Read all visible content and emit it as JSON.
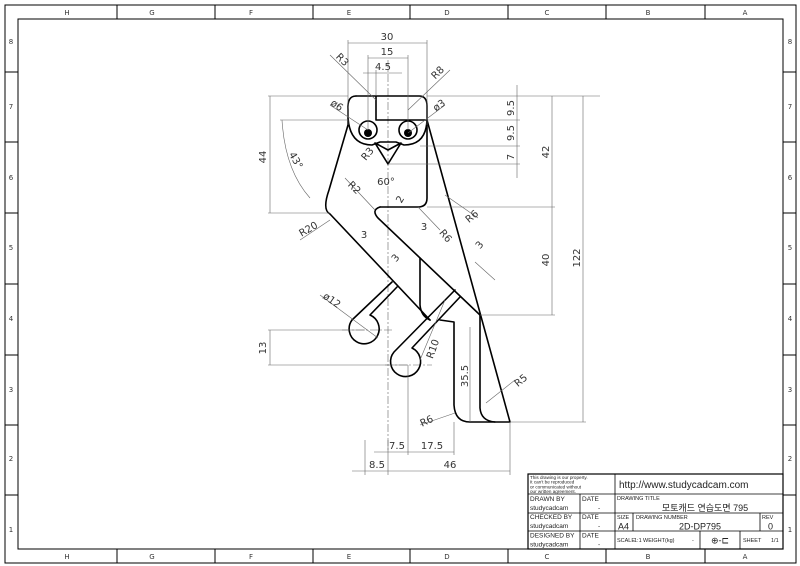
{
  "zones": {
    "top": [
      "H",
      "G",
      "F",
      "E",
      "D",
      "C",
      "B",
      "A"
    ],
    "bottom": [
      "H",
      "G",
      "F",
      "E",
      "D",
      "C",
      "B",
      "A"
    ],
    "left": [
      "8",
      "7",
      "6",
      "5",
      "4",
      "3",
      "2",
      "1"
    ],
    "right": [
      "8",
      "7",
      "6",
      "5",
      "4",
      "3",
      "2",
      "1"
    ]
  },
  "dims": {
    "d30": "30",
    "d15": "15",
    "d4_5": "4.5",
    "r3_top": "R3",
    "r8": "R8",
    "dia6": "ø6",
    "dia3": "ø3",
    "d9_5a": "9.5",
    "d9_5b": "9.5",
    "d7": "7",
    "d44": "44",
    "a43": "43°",
    "d42": "42",
    "r3_beak": "R3",
    "a60": "60°",
    "d2": "2",
    "r2": "R2",
    "r20": "R20",
    "r6a": "R6",
    "r6b": "R6",
    "d3a": "3",
    "d3b": "3",
    "d3c": "3",
    "d3d": "3",
    "d40": "40",
    "d122": "122",
    "dia12": "ø12",
    "d13": "13",
    "r10": "R10",
    "d35_5": "35.5",
    "r5": "R5",
    "r6c": "R6",
    "d7_5": "7.5",
    "d17_5": "17.5",
    "d8_5": "8.5",
    "d46": "46"
  },
  "title_block": {
    "notice": [
      "This drawing is our property.",
      "It can't be reproduced",
      "or communicated without",
      "our written agreement."
    ],
    "url": "http://www.studycadcam.com",
    "drawn_by_label": "DRAWN BY",
    "drawn_by": "studycadcam",
    "checked_by_label": "CHECKED BY",
    "checked_by": "studycadcam",
    "designed_by_label": "DESIGNED BY",
    "designed_by": "studycadcam",
    "date_label": "DATE",
    "date_value": "-",
    "drawing_title_label": "DRAWING TITLE",
    "drawing_title": "모토캐드 연습도면 795",
    "size_label": "SIZE",
    "size": "A4",
    "drawing_number_label": "DRAWING NUMBER",
    "drawing_number": "2D-DP795",
    "rev_label": "REV",
    "rev": "0",
    "scale_label": "SCALE",
    "scale": "1:1",
    "weight_label": "WEIGHT(kg)",
    "weight": "-",
    "projection_symbol": "⊕-⊏",
    "sheet_label": "SHEET",
    "sheet": "1/1"
  }
}
